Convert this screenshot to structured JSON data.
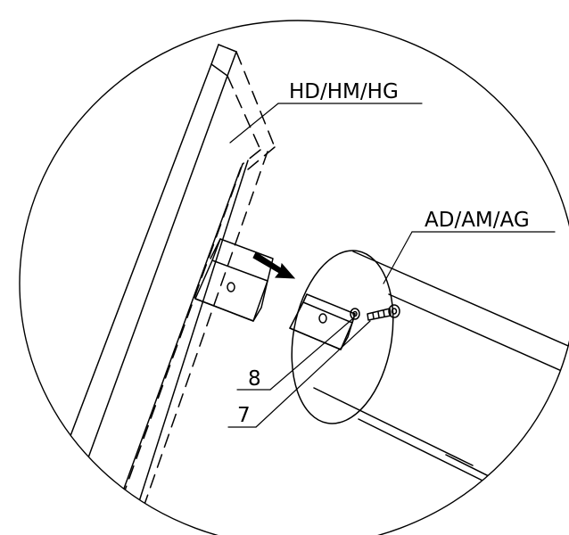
{
  "labels": {
    "frame_part": "HD/HM/HG",
    "tube_part": "AD/AM/AG",
    "callout_8": "8",
    "callout_7": "7"
  },
  "colors": {
    "stroke": "#000000",
    "background": "#ffffff"
  },
  "icons": {
    "direction": "arrow-right-icon"
  }
}
